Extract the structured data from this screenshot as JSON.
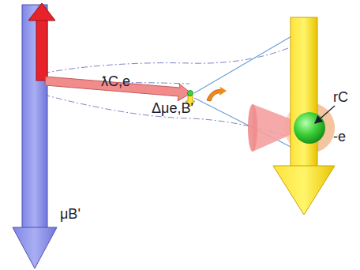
{
  "diagram": {
    "labels": [
      "ƛC,e",
      "Δμe,B'",
      "μB'",
      "rC",
      "-e"
    ]
  }
}
